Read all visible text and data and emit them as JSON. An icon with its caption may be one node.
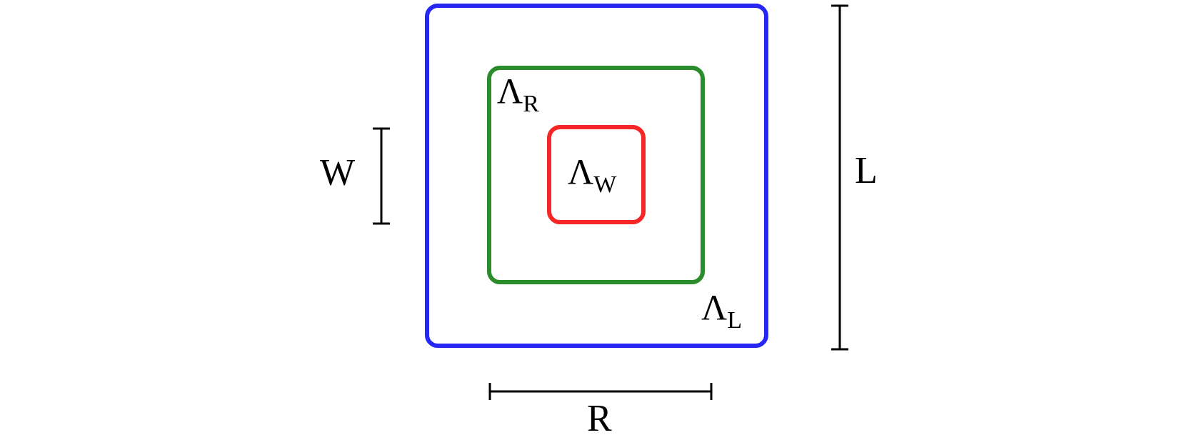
{
  "diagram": {
    "nodes": [
      {
        "text": [
          "Λ$_{L}$"
        ]
      },
      {
        "text": [
          "Λ$_{R}$"
        ],
        "in": 0
      },
      {
        "text": [
          "Λ$_{W}$"
        ],
        "in": 1
      }
    ],
    "edges": [],
    "labels": [
      "W",
      "L",
      "R"
    ]
  }
}
